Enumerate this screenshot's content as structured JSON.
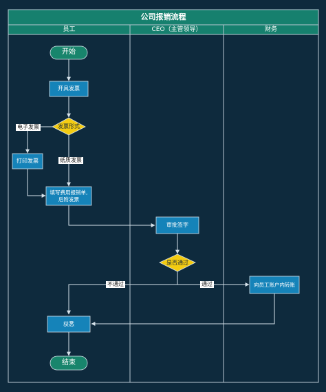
{
  "title": "公司报销流程",
  "lanes": [
    "员工",
    "CEO（主管领导）",
    "财务"
  ],
  "nodes": {
    "start": "开始",
    "issue_invoice": "开具发票",
    "invoice_form": "发票形式",
    "print_invoice": "打印发票",
    "fill_form_1": "填写费用报销单,",
    "fill_form_2": "后附发票",
    "approve_sign": "审批签字",
    "pass_check": "是否通过",
    "transfer": "向员工账户内转账",
    "receive": "获悉",
    "end": "结束"
  },
  "edges": {
    "electronic": "电子发票",
    "paper": "纸质发票",
    "not_pass": "不通过",
    "pass": "通过"
  },
  "colors": {
    "background": "#0e2a3d",
    "header": "#16806e",
    "process": "#1583b9",
    "terminal": "#18856c",
    "decision": "#f4cc12",
    "line": "#d6e2ea"
  }
}
